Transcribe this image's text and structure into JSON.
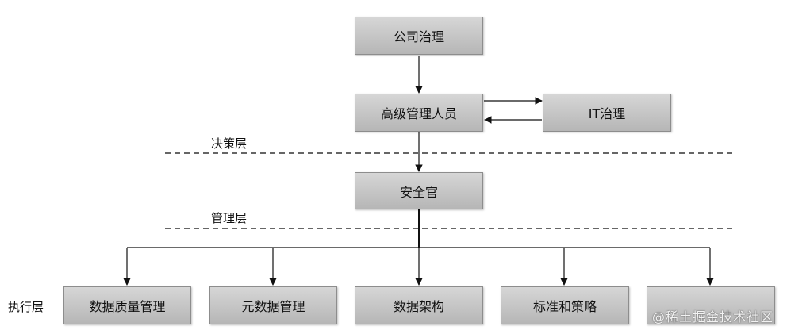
{
  "nodes": {
    "corporate_governance": "公司治理",
    "senior_management": "高级管理人员",
    "it_governance": "IT治理",
    "security_officer": "安全官",
    "data_quality": "数据质量管理",
    "metadata": "元数据管理",
    "data_architecture": "数据架构",
    "standards_policy": "标准和策略",
    "blank": ""
  },
  "layers": {
    "decision": "决策层",
    "management": "管理层",
    "execution": "执行层"
  },
  "watermark": "@稀土掘金技术社区"
}
